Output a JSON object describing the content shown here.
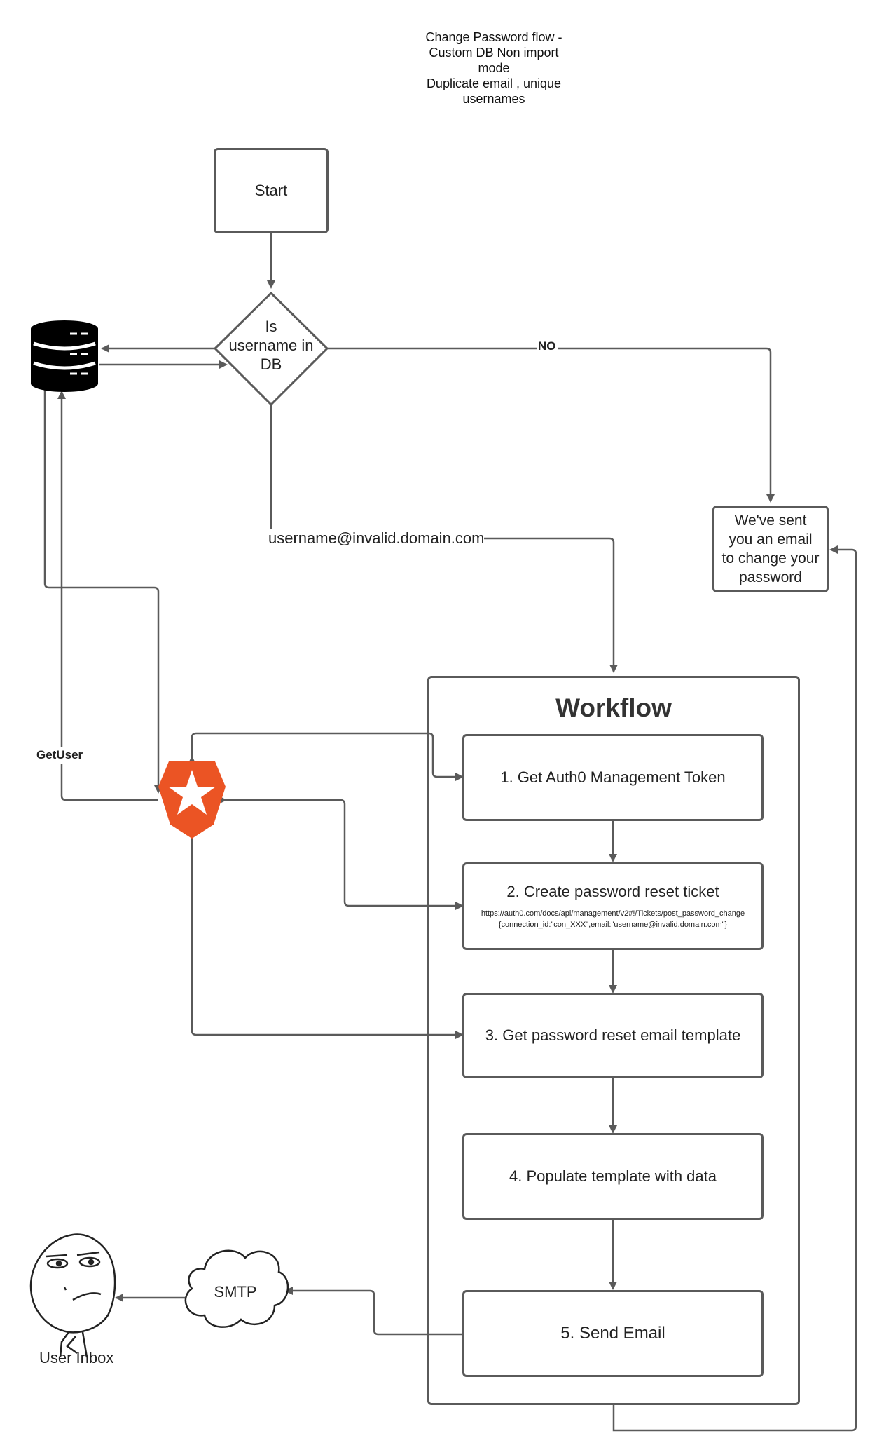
{
  "title_lines": [
    "Change Password flow -",
    "Custom DB Non import",
    "mode",
    "Duplicate email , unique",
    "usernames"
  ],
  "start": "Start",
  "decision": [
    "Is",
    "username in",
    "DB"
  ],
  "edge_no": "NO",
  "edge_invalid": "username@invalid.domain.com",
  "sent_message": [
    "We've sent",
    "you an email",
    "to change your",
    "password"
  ],
  "workflow_title": "Workflow",
  "steps": {
    "s1": "1. Get Auth0 Management Token",
    "s2": "2. Create password reset  ticket",
    "s2_url": "https://auth0.com/docs/api/management/v2#!/Tickets/post_password_change",
    "s2_body": "{connection_id:\"con_XXX\",email:\"username@invalid.domain.com\"}",
    "s3": "3. Get password reset email template",
    "s4": "4. Populate template with data",
    "s5": "5. Send Email"
  },
  "getuser": "GetUser",
  "smtp": "SMTP",
  "user_inbox": "User Inbox",
  "colors": {
    "line": "#5a5a5a",
    "auth0": "#eb5424"
  },
  "icons": [
    "database-icon",
    "auth0-logo-icon",
    "cloud-icon",
    "meme-face-icon"
  ]
}
